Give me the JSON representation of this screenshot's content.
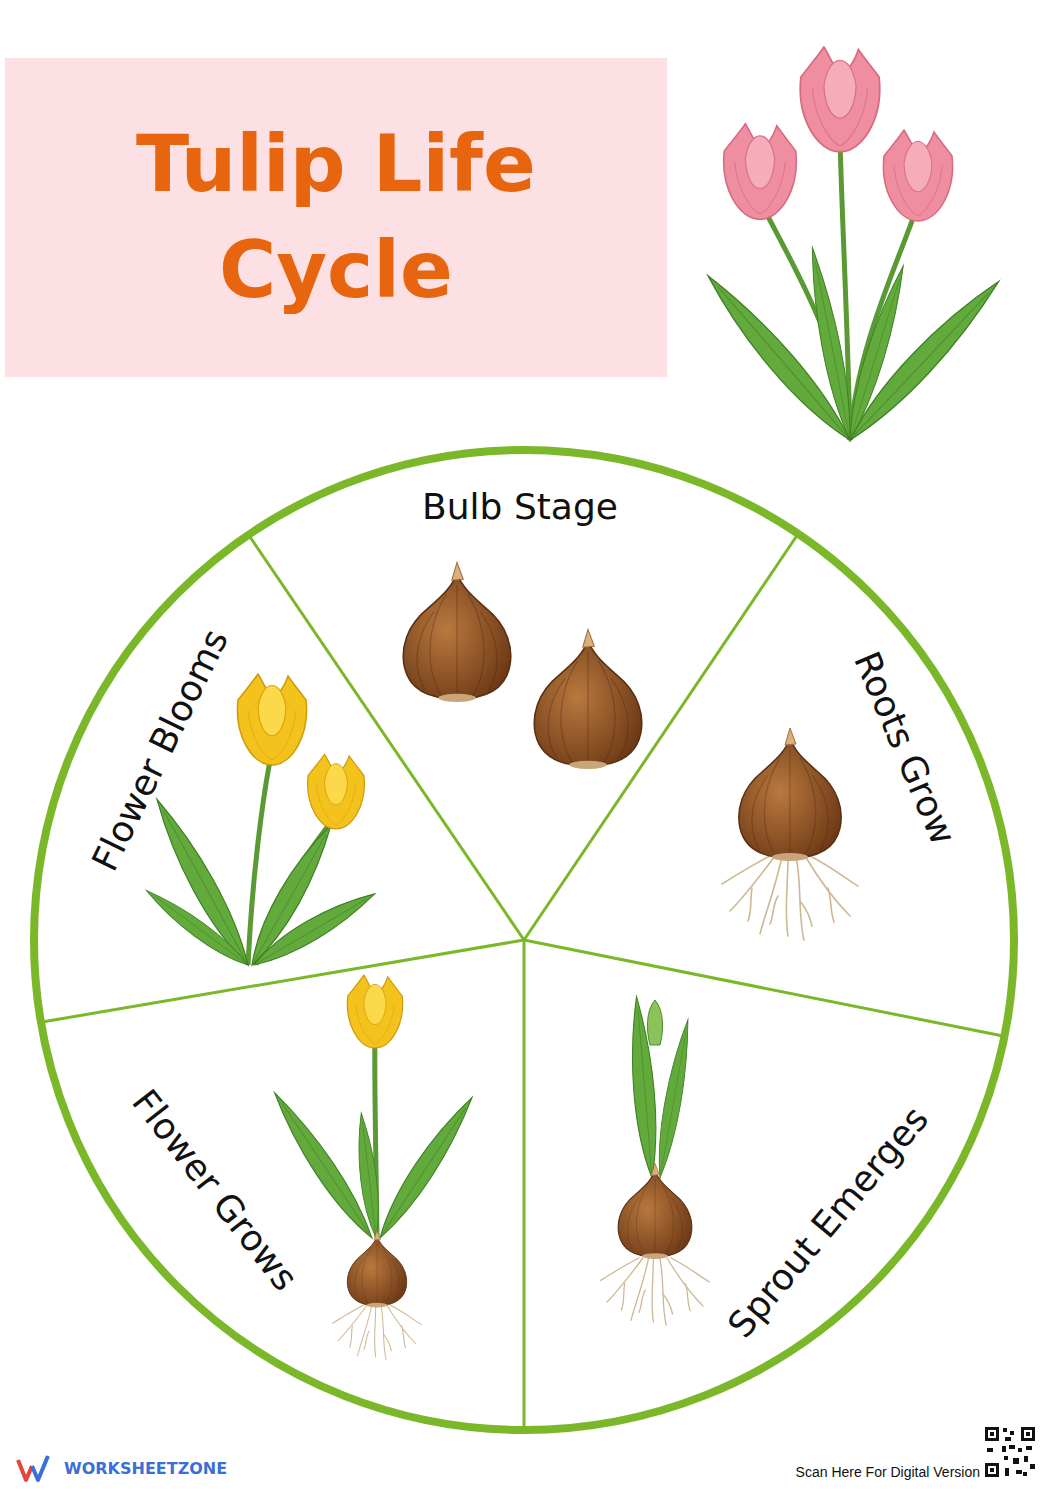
{
  "diagram": {
    "title": "Tulip Life Cycle",
    "nodes": [
      {
        "text": [
          "Bulb Stage"
        ]
      },
      {
        "text": [
          "Roots Grow"
        ]
      },
      {
        "text": [
          "Sprout Emerges"
        ]
      },
      {
        "text": [
          "Flower Grows"
        ]
      },
      {
        "text": [
          "Flower Blooms"
        ]
      }
    ],
    "labels": [
      "WORKSHEETZONE",
      "Scan Here For Digital Version"
    ]
  }
}
